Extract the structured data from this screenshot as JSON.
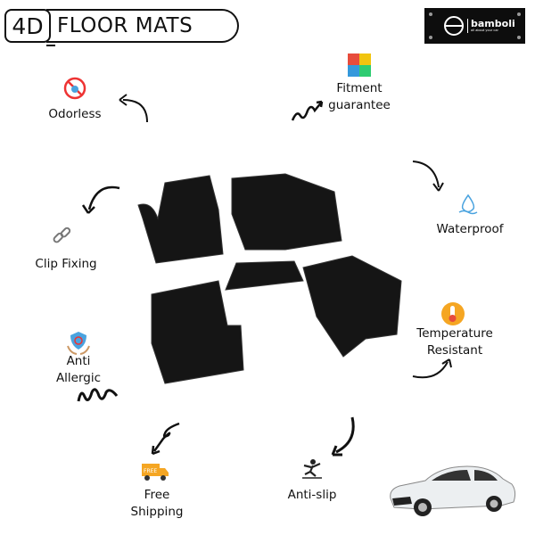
{
  "header": {
    "badge": "4D",
    "title": "FLOOR MATS"
  },
  "logo": {
    "name": "bamboli",
    "tagline": "all about your car"
  },
  "features": [
    {
      "label": "Odorless",
      "icon": "no-odor-icon"
    },
    {
      "label": "Fitment guarantee",
      "lines": [
        "Fitment",
        "guarantee"
      ],
      "icon": "puzzle-icon"
    },
    {
      "label": "Waterproof",
      "icon": "water-drop-icon"
    },
    {
      "label": "Clip Fixing",
      "icon": "chain-link-icon"
    },
    {
      "label": "Temperature Resistant",
      "lines": [
        "Temperature",
        "Resistant"
      ],
      "icon": "thermometer-icon"
    },
    {
      "label": "Anti Allergic",
      "lines": [
        "Anti",
        "Allergic"
      ],
      "icon": "shield-hands-icon"
    },
    {
      "label": "Free Shipping",
      "lines": [
        "Free",
        "Shipping"
      ],
      "icon": "delivery-truck-icon",
      "icon_text": "FREE"
    },
    {
      "label": "Anti-slip",
      "icon": "slipping-person-icon"
    }
  ],
  "colors": {
    "mat": "#151515",
    "accent_orange": "#f5a623",
    "water": "#4aa3df",
    "text": "#111111"
  }
}
